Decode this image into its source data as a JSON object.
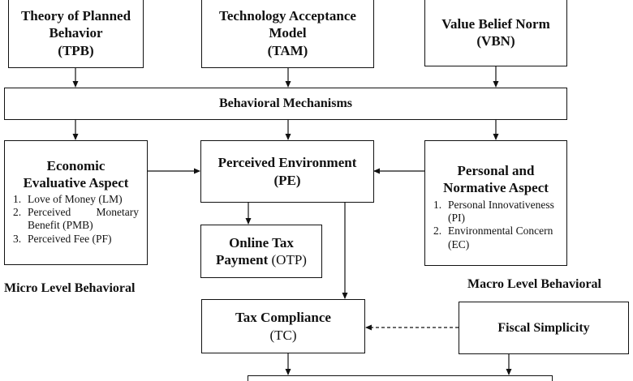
{
  "diagram": {
    "top": {
      "tpb": [
        "Theory of Planned",
        "Behavior",
        "(TPB)"
      ],
      "tam": [
        "Technology Acceptance",
        "Model",
        "(TAM)"
      ],
      "vbn": [
        "Value Belief Norm",
        "(VBN)"
      ]
    },
    "mechanisms": "Behavioral Mechanisms",
    "economic": {
      "title": [
        "Economic",
        "Evaluative Aspect"
      ],
      "items": [
        {
          "num": "1.",
          "text": "Love of Money (LM)"
        },
        {
          "num": "2.",
          "text": "Perceived Monetary Benefit (PMB)"
        },
        {
          "num": "3.",
          "text": "Perceived Fee (PF)"
        }
      ]
    },
    "pe": [
      "Perceived Environment",
      "(PE)"
    ],
    "personal": {
      "title": [
        "Personal and",
        "Normative Aspect"
      ],
      "items": [
        {
          "num": "1.",
          "text": "Personal Innovativeness (PI)"
        },
        {
          "num": "2.",
          "text": "Environmental Concern (EC)"
        }
      ]
    },
    "otp": {
      "line1": "Online Tax",
      "line2_bold": "Payment ",
      "line2_plain": "(OTP)"
    },
    "micro_label": "Micro Level Behavioral",
    "macro_label": "Macro Level Behavioral",
    "tc": {
      "line1": "Tax Compliance",
      "line2": "(TC)"
    },
    "fiscal": "Fiscal Simplicity"
  }
}
